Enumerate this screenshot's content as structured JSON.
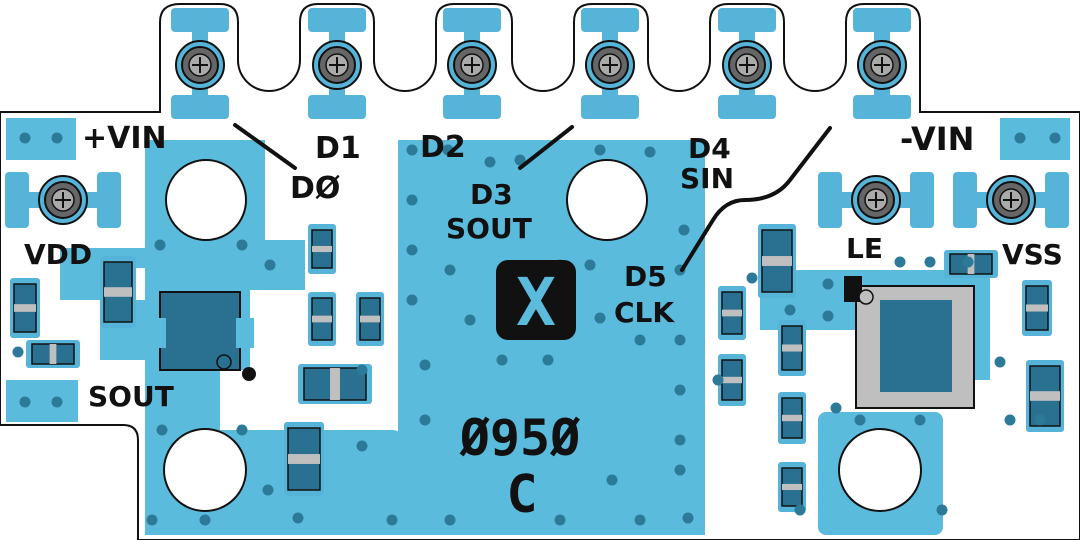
{
  "colors": {
    "board": "#ffffff",
    "copper": "#5bbbdd",
    "pad": "#56b4d9",
    "via": "#2c7a98",
    "component": "#2a7090",
    "outline": "#111111",
    "silk_gray": "#bfbfbf",
    "text": "#111111"
  },
  "labels": {
    "vin_plus": "+VIN",
    "vin_minus": "-VIN",
    "d0": "DØ",
    "d1": "D1",
    "d2": "D2",
    "d3": "D3",
    "sout_d3": "SOUT",
    "d4": "D4",
    "sin": "SIN",
    "d5": "D5",
    "clk": "CLK",
    "le": "LE",
    "vdd": "VDD",
    "vss": "VSS",
    "sout_left": "SOUT",
    "part_number": "Ø95Ø",
    "revision": "C",
    "logo_letter": "X"
  },
  "icons": {
    "connector": "screw-terminal-icon",
    "logo": "x-logo-icon"
  }
}
